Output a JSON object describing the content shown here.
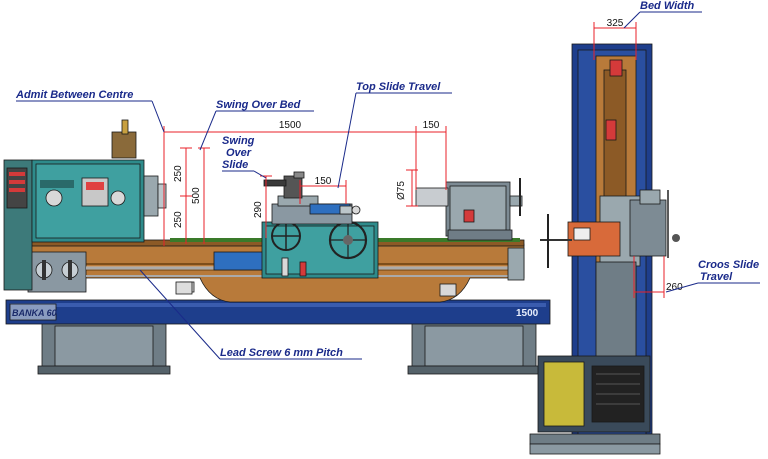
{
  "annotations": {
    "admit_between_centre": "Admit Between Centre",
    "swing_over_bed": "Swing Over Bed",
    "top_slide_travel": "Top Slide Travel",
    "swing_over_slide_l1": "Swing",
    "swing_over_slide_l2": "Over",
    "swing_over_slide_l3": "Slide",
    "lead_screw": "Lead Screw 6 mm Pitch",
    "bed_width": "Bed Width",
    "cross_slide_travel_l1": "Croos Slide",
    "cross_slide_travel_l2": "Travel"
  },
  "dimensions": {
    "between_centres": "1500",
    "tailstock_extra": "150",
    "top_slide": "150",
    "quill_dia": "Ø75",
    "swing_upper": "250",
    "swing_lower": "250",
    "swing_over_bed": "500",
    "swing_over_slide": "290",
    "bed_width": "325",
    "cross_slide": "260"
  },
  "plate": {
    "brand": "BANKA 60",
    "size": "1500"
  },
  "colors": {
    "headstock": "#2e8b8b",
    "bed": "#b87a3a",
    "base": "#1e3e8c",
    "legs": "#7d8b94",
    "dimension": "#e8202a",
    "label": "#1a2a8a"
  }
}
